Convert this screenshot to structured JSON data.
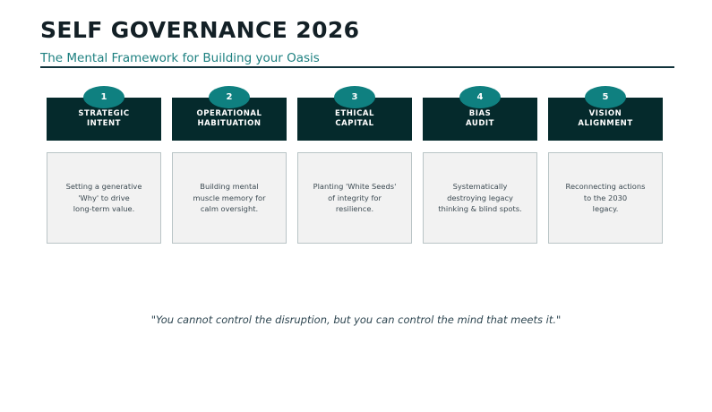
{
  "header": {
    "title": "SELF GOVERNANCE 2026",
    "subtitle": "The Mental Framework for Building your Oasis"
  },
  "colors": {
    "badge_teal": "#0f8080",
    "header_dark": "#052a2c",
    "subtitle_teal": "#1d8080",
    "divider": "#11333b",
    "card_body_bg": "#f2f2f2",
    "card_body_border": "#b9c4c6",
    "body_text": "#3c4a52",
    "title_text": "#132026",
    "quote_text": "#2d4550"
  },
  "cards": [
    {
      "number": "1",
      "title": "STRATEGIC\nINTENT",
      "description": "Setting a generative\n'Why' to drive\nlong-term value."
    },
    {
      "number": "2",
      "title": "OPERATIONAL\nHABITUATION",
      "description": "Building mental\nmuscle memory for\ncalm oversight."
    },
    {
      "number": "3",
      "title": "ETHICAL\nCAPITAL",
      "description": "Planting 'White Seeds'\nof integrity for\nresilience."
    },
    {
      "number": "4",
      "title": "BIAS\nAUDIT",
      "description": "Systematically\ndestroying legacy\nthinking & blind spots."
    },
    {
      "number": "5",
      "title": "VISION\nALIGNMENT",
      "description": "Reconnecting actions\nto the 2030\nlegacy."
    }
  ],
  "footer": {
    "quote": "\"You cannot control the disruption, but you can control the mind that meets it.\""
  }
}
